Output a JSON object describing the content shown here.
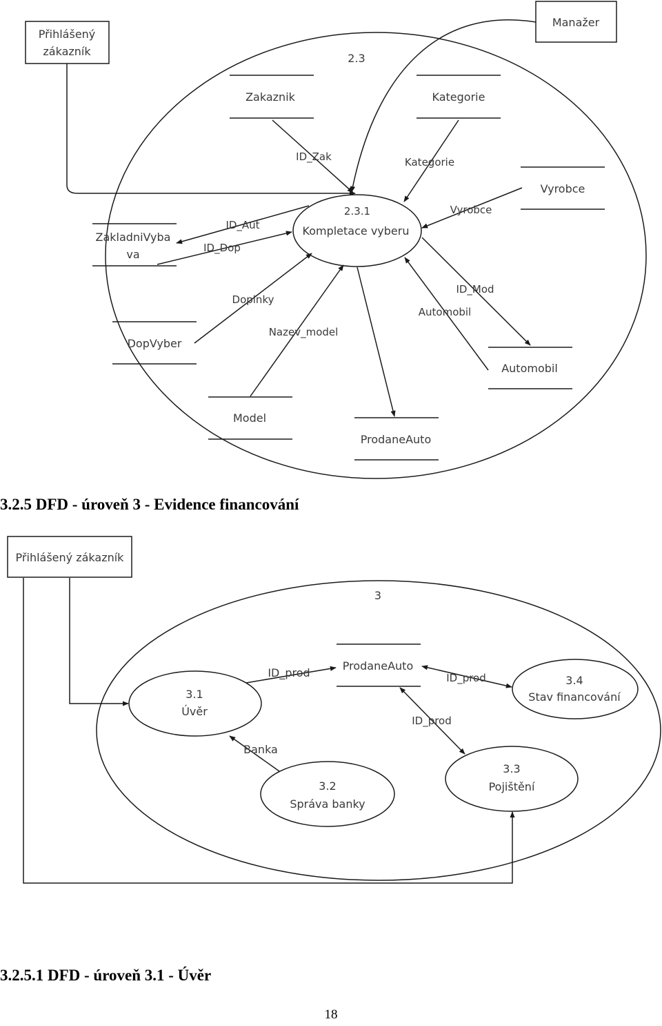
{
  "diagram1": {
    "actors": {
      "prihlaseny": [
        "Přihlášený",
        "zákazník"
      ],
      "manazer": "Manažer"
    },
    "context_id": "2.3",
    "process": {
      "id": "2.3.1",
      "name": "Kompletace vyberu"
    },
    "stores": {
      "zakaznik": "Zakaznik",
      "kategorie": "Kategorie",
      "vyrobce": "Vyrobce",
      "zakladni": [
        "ZakladniVyba",
        "va"
      ],
      "dopvyber": "DopVyber",
      "automobil": "Automobil",
      "model": "Model",
      "prodane": "ProdaneAuto"
    },
    "flows": {
      "id_zak": "ID_Zak",
      "kategorie": "Kategorie",
      "vyrobce": "Vyrobce",
      "id_aut": "ID_Aut",
      "id_dop": "ID_Dop",
      "doplnky": "Doplnky",
      "nazev_model": "Nazev_model",
      "id_mod": "ID_Mod",
      "automobil": "Automobil"
    }
  },
  "heading1": "3.2.5 DFD - úroveň 3 - Evidence financování",
  "diagram2": {
    "actor": "Přihlášený zákazník",
    "context_id": "3",
    "processes": {
      "p31": {
        "id": "3.1",
        "name": "Úvěr"
      },
      "p32": {
        "id": "3.2",
        "name": "Správa banky"
      },
      "p33": {
        "id": "3.3",
        "name": "Pojištění"
      },
      "p34": {
        "id": "3.4",
        "name": "Stav financování"
      }
    },
    "store": "ProdaneAuto",
    "flows": {
      "id_prod_1": "ID_prod",
      "id_prod_2": "ID_prod",
      "id_prod_3": "ID_prod",
      "banka": "Banka"
    }
  },
  "heading2": "3.2.5.1 DFD - úroveň 3.1 - Úvěr",
  "page_number": "18"
}
